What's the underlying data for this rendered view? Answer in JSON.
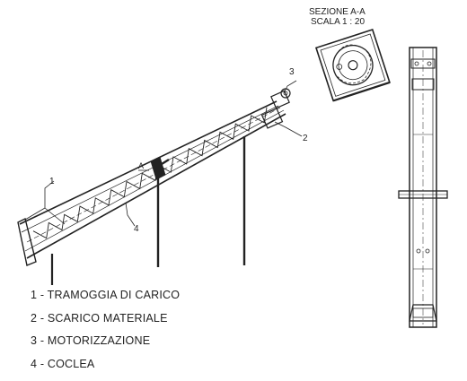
{
  "section_title": [
    "SEZIONE A-A",
    "SCALA 1 : 20"
  ],
  "callouts": {
    "c1": "1",
    "c2": "2",
    "c3": "3",
    "c4": "4",
    "cutA": "A"
  },
  "legend": [
    "1 - TRAMOGGIA DI CARICO",
    "2 - SCARICO MATERIALE",
    "3 - MOTORIZZAZIONE",
    "4 - COCLEA"
  ]
}
